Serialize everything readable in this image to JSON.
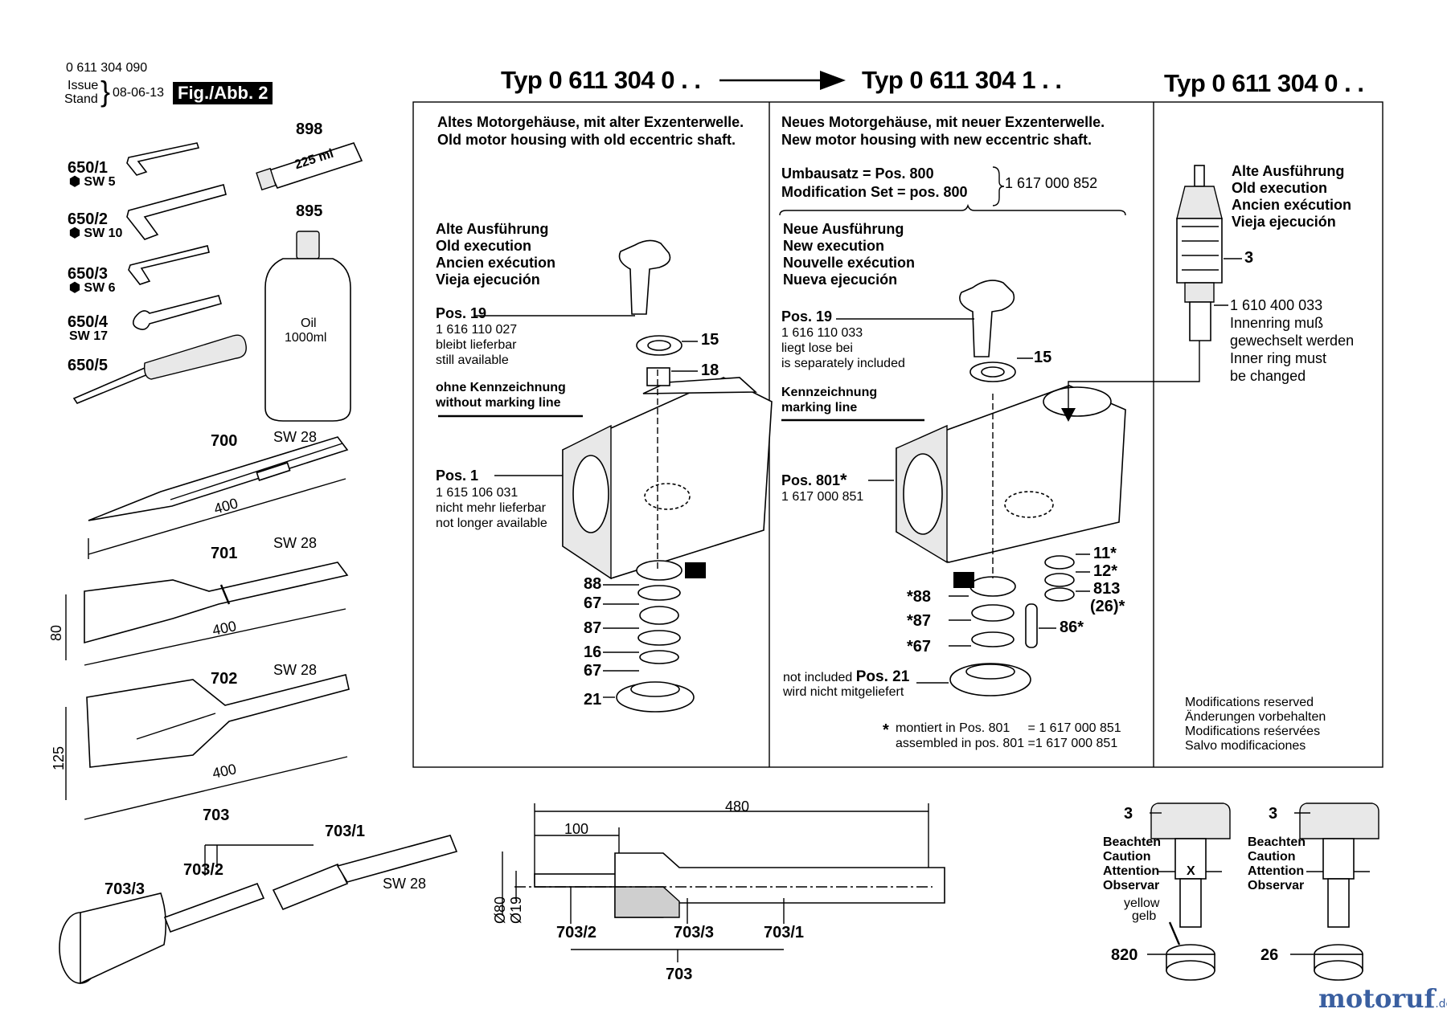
{
  "doc": {
    "docnum": "0 611 304 090",
    "issue": "Issue",
    "stand": "Stand",
    "date": "08-06-13",
    "fig": "Fig./Abb. 2"
  },
  "headers": {
    "left": "Typ 0 611 304 0 . .",
    "middle": "Typ 0 611 304 1 . .",
    "right": "Typ 0 611 304 0 . ."
  },
  "accessories": {
    "p898": "898",
    "tube_label": "225 ml",
    "p895": "895",
    "bottle_l1": "Oil",
    "bottle_l2": "1000ml",
    "p650_1": "650/1",
    "sw5": "SW 5",
    "p650_2": "650/2",
    "sw10": "SW 10",
    "p650_3": "650/3",
    "sw6": "SW 6",
    "p650_4": "650/4",
    "sw17": "SW 17",
    "p650_5": "650/5"
  },
  "chisels": {
    "p700": "700",
    "sw_a": "SW 28",
    "len_a": "400",
    "p701": "701",
    "sw_b": "SW 28",
    "len_b": "400",
    "w_b": "80",
    "p702": "702",
    "sw_c": "SW 28",
    "len_c": "400",
    "w_c": "125"
  },
  "adapter": {
    "p703": "703",
    "p703_1": "703/1",
    "p703_2": "703/2",
    "p703_3": "703/3",
    "sw": "SW 28"
  },
  "section_drawing": {
    "dim_480": "480",
    "dim_100": "100",
    "d80": "Ø80",
    "d19": "Ø19",
    "p703_2": "703/2",
    "p703_3": "703/3",
    "p703_1": "703/1",
    "p703": "703"
  },
  "left_panel": {
    "title_de": "Altes Motorgehäuse, mit alter Exzenterwelle.",
    "title_en": "Old motor housing with old eccentric shaft.",
    "exec": [
      "Alte Ausführung",
      "Old execution",
      "Ancien exécution",
      "Vieja ejecución"
    ],
    "pos19": "Pos. 19",
    "pos19_num": "1 616 110 027",
    "pos19_l1": "bleibt lieferbar",
    "pos19_l2": "still available",
    "mark_l1": "ohne Kennzeichnung",
    "mark_l2": "without marking line",
    "pos1": "Pos. 1",
    "pos1_num": "1 615 106 031",
    "pos1_l1": "nicht mehr lieferbar",
    "pos1_l2": "not longer available",
    "parts": [
      "15",
      "18",
      "88",
      "67",
      "87",
      "16",
      "67",
      "21"
    ]
  },
  "middle_panel": {
    "title_de": "Neues Motorgehäuse, mit neuer Exzenterwelle.",
    "title_en": "New motor housing with new eccentric shaft.",
    "set_l1": "Umbausatz = Pos. 800",
    "set_l2": "Modification Set = pos. 800",
    "set_num": "1 617 000 852",
    "exec": [
      "Neue Ausführung",
      "New execution",
      "Nouvelle exécution",
      "Nueva ejecución"
    ],
    "pos19": "Pos. 19",
    "pos19_num": "1 616 110 033",
    "pos19_l1": "liegt lose bei",
    "pos19_l2": "is separately included",
    "mark_l1": "Kennzeichnung",
    "mark_l2": "marking line",
    "pos801": "Pos. 801",
    "pos801_num": "1 617 000 851",
    "p15": "15",
    "right_parts": [
      "11",
      "12",
      "813",
      "(26)",
      "86"
    ],
    "left_parts": [
      "88",
      "87",
      "67"
    ],
    "ni_l1": "not included",
    "ni_pos": "Pos. 21",
    "ni_l2": "wird nicht mitgeliefert",
    "star": "*",
    "fn1": "montiert in Pos. 801     = 1 617 000 851",
    "fn2": "assembled in pos. 801 =1 617 000 851"
  },
  "right_panel": {
    "exec": [
      "Alte Ausführung",
      "Old execution",
      "Ancien exécution",
      "Vieja ejecución"
    ],
    "p3": "3",
    "num": "1 610 400 033",
    "notes": [
      "Innenring muß",
      "gewechselt werden",
      "Inner ring must",
      "be changed"
    ],
    "mods": [
      "Modifications reserved",
      "Änderungen vorbehalten",
      "Modifications reśervées",
      "Salvo modificaciones"
    ]
  },
  "bottom_right": {
    "p3a": "3",
    "p3b": "3",
    "caution": [
      "Beachten",
      "Caution",
      "Attention",
      "Observar"
    ],
    "x": "X",
    "yellow": "yellow",
    "gelb": "gelb",
    "p820": "820",
    "p26": "26"
  },
  "watermark": {
    "brand": "motoruf",
    "tld": ".de"
  }
}
